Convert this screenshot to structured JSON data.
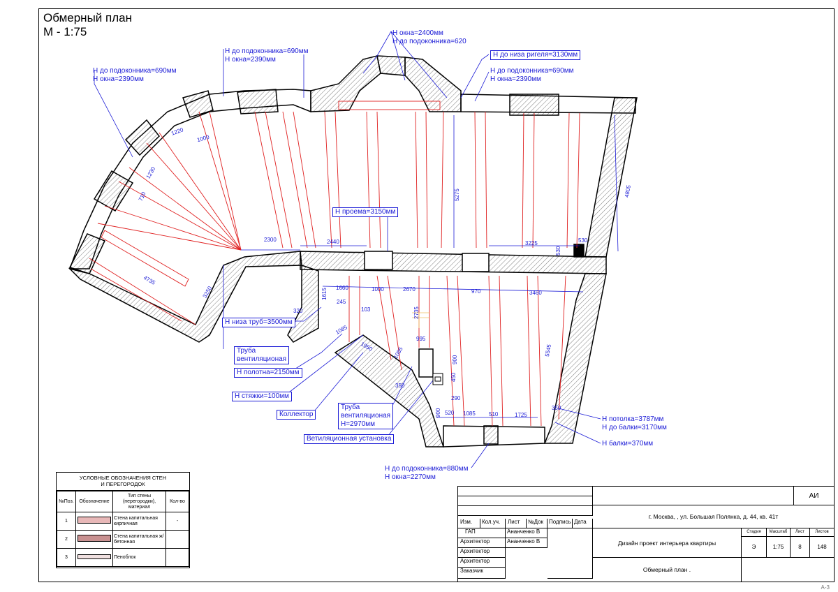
{
  "title": {
    "line1": "Обмерный план",
    "line2": "М - 1:75"
  },
  "annotations": {
    "window_top_a": [
      "Н до подоконника=690мм",
      "Н окна=2390мм"
    ],
    "window_top_b": [
      "Н до подоконника=690мм",
      "Н окна=2390мм"
    ],
    "window_bay": [
      "Н окна=2400мм",
      "Н до подоконника=620"
    ],
    "rigel": "Н до низа ригеля=3130мм",
    "window_right": [
      "Н до подоконника=690мм",
      "Н окна=2390мм"
    ],
    "opening": "Н проема=3150мм",
    "pipes": "Н низа труб=3500мм",
    "vent_pipe_1": [
      "Труба",
      "вентиляционая"
    ],
    "canvas": "Н полотна=2150мм",
    "screed": "Н стяжки=100мм",
    "collector": "Коллектор",
    "vent_pipe_2": [
      "Труба",
      "вентиляционая",
      "Н=2970мм"
    ],
    "vent_unit": "Ветиляционная установка",
    "window_bottom": [
      "Н до подоконника=880мм",
      "Н окна=2270мм"
    ],
    "ceiling": [
      "Н потолка=3787мм",
      "Н до балки=3170мм"
    ],
    "beam": "Н балки=370мм"
  },
  "dimensions": {
    "d1220": "1220",
    "d1000": "1000",
    "d1230": "1230",
    "d710": "710",
    "d2300": "2300",
    "d2440": "2440",
    "d4735": "4735",
    "d3250": "3250",
    "d5275": "5275",
    "d4805": "4805",
    "d3225": "3225",
    "d530a": "530",
    "d530b": "530",
    "d1615": "1615",
    "d1660": "1660",
    "d1000b": "1000",
    "d2670": "2670",
    "d970": "970",
    "d3460": "3460",
    "d245": "245",
    "d320": "320",
    "d103": "103",
    "d1085a": "1085",
    "d2735": "2735",
    "d1950": "1950",
    "d995": "995",
    "d1085b": "1085",
    "d900a": "900",
    "d450": "450",
    "d290": "290",
    "d350a": "350",
    "d5545": "5545",
    "d900b": "900",
    "d520": "520",
    "d1085c": "1085",
    "d510": "510",
    "d1725": "1725",
    "d350b": "350"
  },
  "legend": {
    "title": [
      "УСЛОВНЫЕ ОБОЗНАЧЕНИЯ СТЕН",
      "И ПЕРЕГОРОДОК"
    ],
    "headers": [
      "№Поз.",
      "Обозначение",
      "Тип стены (перегородки), материал",
      "Кол-во"
    ],
    "rows": [
      {
        "pos": "1",
        "type": "Стена капитальная кирпичная",
        "qty": "-"
      },
      {
        "pos": "2",
        "type": "Стена капитальная ж/бетонная",
        "qty": ""
      },
      {
        "pos": "3",
        "type": "Пеноблок",
        "qty": ""
      }
    ],
    "colors": {
      "brick": "#e8b8b8",
      "concrete": "#c89090",
      "foam": "#f0e0e0"
    }
  },
  "stamp": {
    "code": "АИ",
    "cols": [
      "Изм.",
      "Кол.уч.",
      "Лист",
      "№Док",
      "Подпись",
      "Дата"
    ],
    "roles": [
      {
        "role": "ГАП",
        "name": "Ананченко В"
      },
      {
        "role": "Архитектор",
        "name": "Ананченко В"
      },
      {
        "role": "Архитектор",
        "name": ""
      },
      {
        "role": "Архитектор",
        "name": ""
      },
      {
        "role": "Заказчик",
        "name": ""
      }
    ],
    "address": "г. Москва, , ул. Большая Полянка, д. 44, кв. 41т",
    "project": "Дизайн проект интерьера квартиры",
    "sheet_title": "Обмерный план .",
    "labels": {
      "stage": "Стадия",
      "scale": "Масштаб",
      "sheet": "Лист",
      "sheets": "Листов"
    },
    "values": {
      "stage": "Э",
      "scale": "1:75",
      "sheet": "8",
      "sheets": "148"
    },
    "format": "А-3"
  },
  "colors": {
    "wall_outline": "#000000",
    "rays": "#e02020",
    "annotation": "#1a1ad6"
  }
}
